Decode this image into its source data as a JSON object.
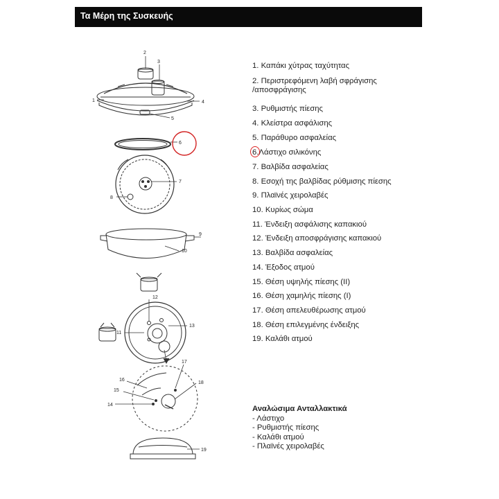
{
  "header": {
    "title": "Τα Μέρη της Συσκευής"
  },
  "parts": [
    {
      "num": "1.",
      "text": "Καπάκι χύτρας ταχύτητας"
    },
    {
      "num": "2.",
      "text": "Περιστρεφόμενη λαβή σφράγισης\n/αποσφράγισης"
    },
    {
      "num": "3.",
      "text": "Ρυθμιστής πίεσης"
    },
    {
      "num": "4.",
      "text": "Κλείστρα ασφάλισης"
    },
    {
      "num": "5.",
      "text": "Παράθυρο ασφαλείας"
    },
    {
      "num": "6.",
      "text": "Λάστιχο σιλικόνης"
    },
    {
      "num": "7.",
      "text": "Βαλβίδα ασφαλείας"
    },
    {
      "num": "8.",
      "text": "Εσοχή της βαλβίδας ρύθμισης πίεσης"
    },
    {
      "num": "9.",
      "text": "Πλαϊνές χειρολαβές"
    },
    {
      "num": "10.",
      "text": "Κυρίως σώμα"
    },
    {
      "num": "11.",
      "text": "Ένδειξη ασφάλισης καπακιού"
    },
    {
      "num": "12.",
      "text": "Ένδειξη αποσφράγισης καπακιού"
    },
    {
      "num": "13.",
      "text": "Βαλβίδα ασφαλείας"
    },
    {
      "num": "14.",
      "text": "Έξοδος ατμού"
    },
    {
      "num": "15.",
      "text": "Θέση υψηλής πίεσης (II)"
    },
    {
      "num": "16.",
      "text": "Θέση χαμηλής πίεσης (I)"
    },
    {
      "num": "17.",
      "text": "Θέση απελευθέρωσης ατμού"
    },
    {
      "num": "18.",
      "text": "Θέση επιλεγμένης ένδειξης"
    },
    {
      "num": "19.",
      "text": "Καλάθι ατμού"
    }
  ],
  "spares": {
    "title": "Αναλώσιμα Ανταλλακτικά",
    "items": [
      "- Λάστιχο",
      "- Ρυθμιστής πίεσης",
      "- Καλάθι ατμού",
      "- Πλαϊνές χειρολαβές"
    ]
  },
  "callouts": {
    "c1": "1",
    "c2": "2",
    "c3": "3",
    "c4": "4",
    "c5": "5",
    "c6": "6",
    "c7": "7",
    "c8": "8",
    "c9": "9",
    "c10": "10",
    "c11": "11",
    "c12": "12",
    "c13": "13",
    "c14": "14",
    "c15": "15",
    "c16": "16",
    "c17": "17",
    "c18": "18",
    "c19": "19"
  },
  "colors": {
    "header_bg": "#0a0a0a",
    "highlight_circle": "#d22222",
    "line": "#333333"
  }
}
